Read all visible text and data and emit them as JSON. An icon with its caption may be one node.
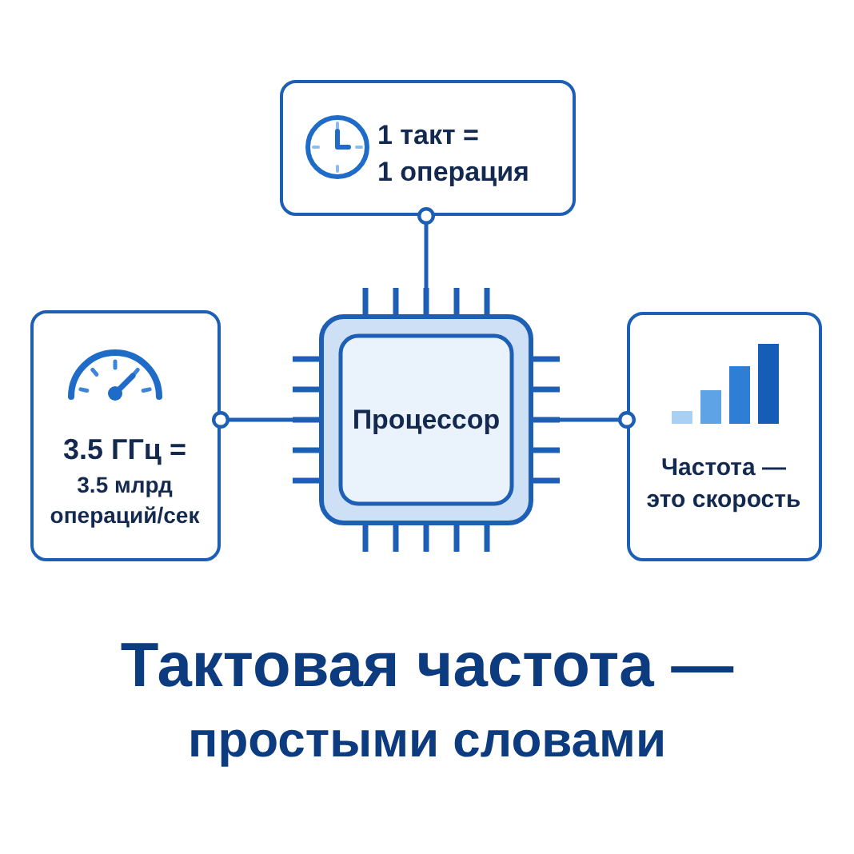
{
  "diagram": {
    "title": "Тактовая частота — простыми словами",
    "nodes": [
      {
        "text": [
          "1 такт = 1 операция"
        ]
      },
      {
        "text": [
          "3.5 ГГц =",
          "3.5 млрд операций/сек"
        ]
      },
      {
        "text": [
          "Процессор"
        ]
      },
      {
        "text": [
          "Частота — это скорость"
        ]
      }
    ],
    "edges": [
      {
        "from": 0,
        "to": 2,
        "arrow": "other"
      },
      {
        "from": 1,
        "to": 2,
        "arrow": "other"
      },
      {
        "from": 3,
        "to": 2,
        "arrow": "other"
      }
    ]
  }
}
